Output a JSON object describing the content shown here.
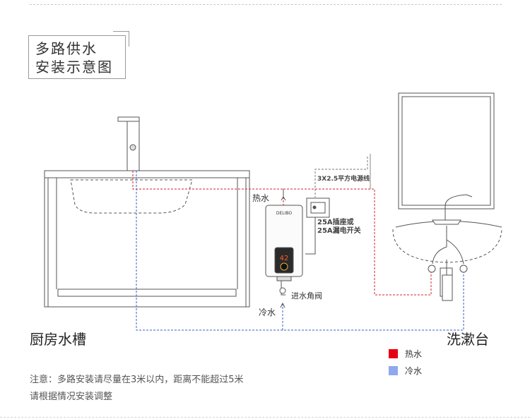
{
  "title": {
    "line1": "多路供水",
    "line2": "安装示意图"
  },
  "labels": {
    "kitchen_sink": "厨房水槽",
    "wash_basin": "洗漱台",
    "hot_water_out": "热水",
    "cold_water_in": "冷水",
    "inlet_angle_valve": "进水角阀",
    "power_cable": "3X2.5平方电源线",
    "socket_line1": "25A插座或",
    "socket_line2": "25A漏电开关",
    "heater_brand": "DELIBO",
    "heater_display": "42"
  },
  "legend": [
    {
      "label": "热水",
      "color": "#e60012"
    },
    {
      "label": "冷水",
      "color": "#8fa8ee"
    }
  ],
  "notes": {
    "line1": "注意：多路安装请尽量在3米以内，距离不能超过5米",
    "line2": "请根据情况安装调整"
  },
  "colors": {
    "hot_pipe": "#d4202a",
    "cold_pipe": "#3b5cc8",
    "outline": "#555555"
  }
}
